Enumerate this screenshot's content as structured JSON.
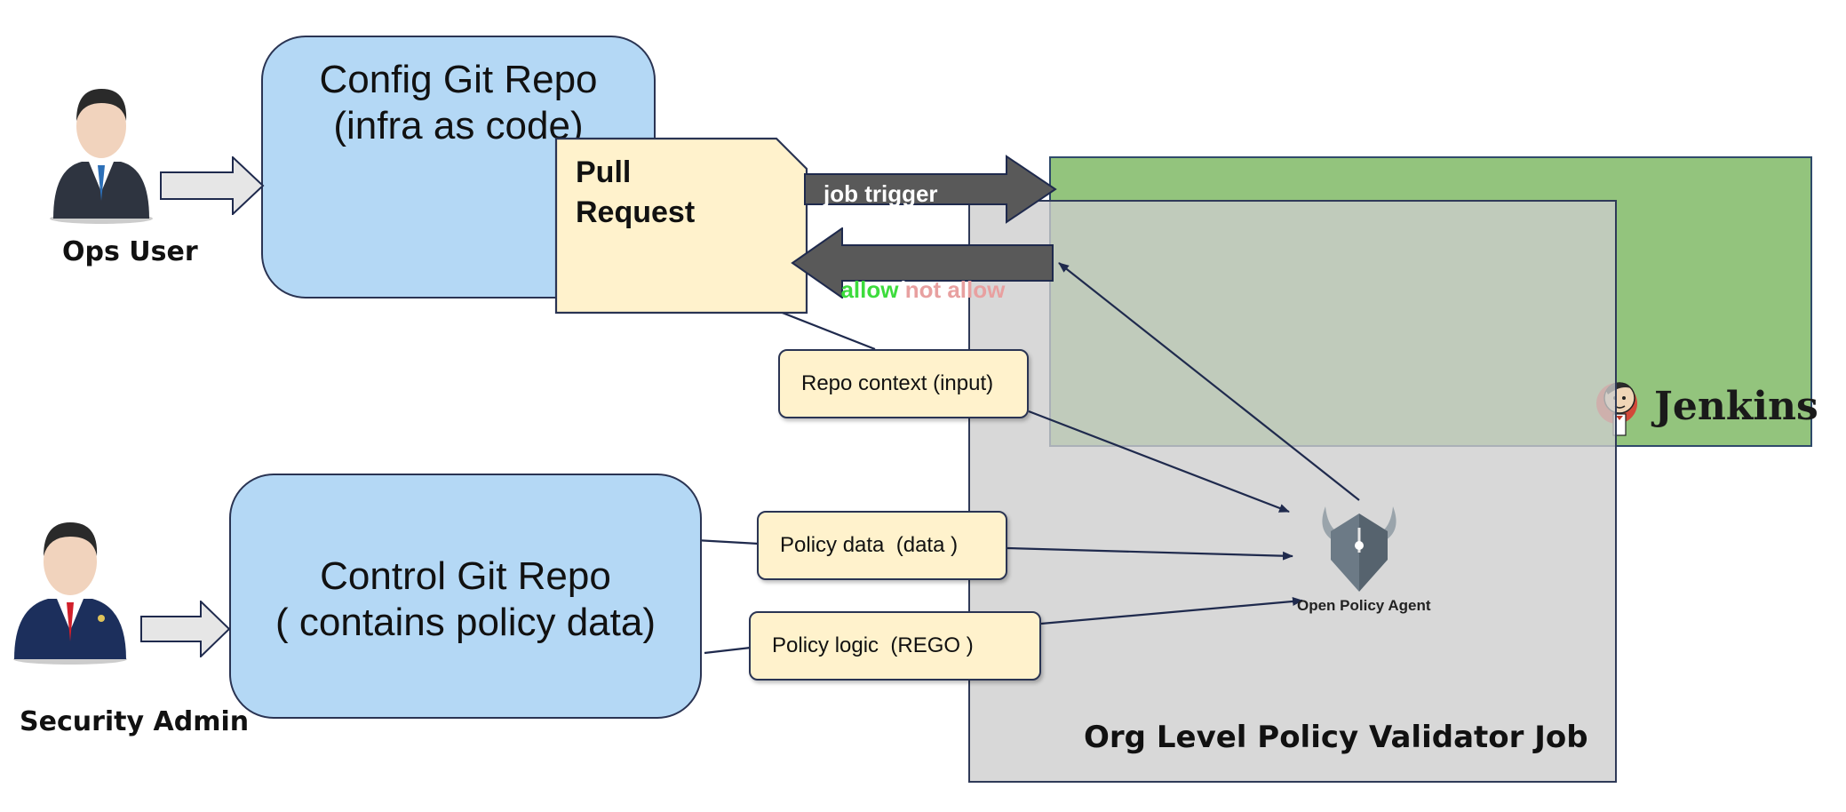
{
  "actors": {
    "ops_user": "Ops User",
    "security_admin": "Security Admin"
  },
  "repos": {
    "config": {
      "line1": "Config Git Repo",
      "line2": "(infra as code)"
    },
    "control": {
      "line1": "Control Git Repo",
      "line2": "( contains policy data)"
    }
  },
  "pull_request": {
    "line1": "Pull",
    "line2": "Request"
  },
  "arrows": {
    "job_trigger": "job trigger",
    "allow": "allow",
    "separator": "/",
    "not_allow": "not allow"
  },
  "inputs": {
    "repo_context": "Repo context (input)",
    "policy_data": "Policy data  (data )",
    "policy_logic": "Policy logic  (REGO )"
  },
  "opa": {
    "label": "Open Policy Agent",
    "icon": "open-policy-agent-icon"
  },
  "jenkins": {
    "label": "Jenkins",
    "icon": "jenkins-butler-icon"
  },
  "job": {
    "title": "Org Level Policy Validator Job"
  },
  "colors": {
    "repo_fill": "#b4d8f5",
    "note_fill": "#fff2cc",
    "jenkins_panel": "#93c47d",
    "job_panel": "#cdcdcd",
    "arrow_dark": "#595959",
    "allow_text": "#3ddc3d",
    "not_allow_text": "#e8a0a0",
    "connector": "#1f2a4d"
  }
}
